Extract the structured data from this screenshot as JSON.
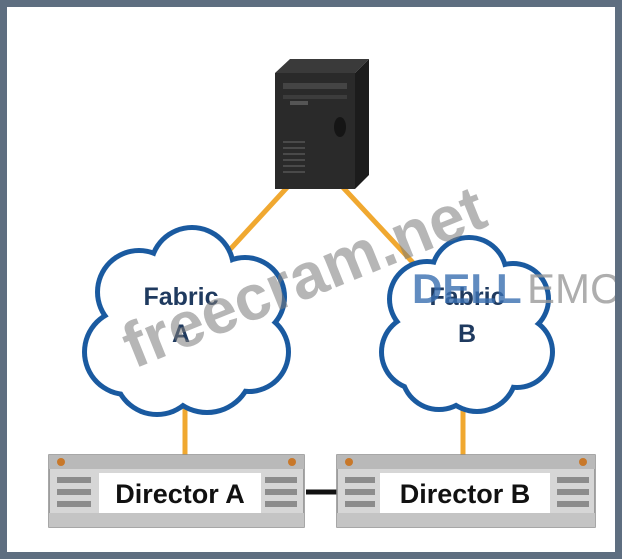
{
  "diagram": {
    "nodes": {
      "server": {
        "icon": "server-tower-icon"
      },
      "fabric_a": {
        "line1": "Fabric",
        "line2": "A"
      },
      "fabric_b": {
        "line1": "Fabric",
        "line2": "B"
      },
      "director_a": {
        "label": "Director A"
      },
      "director_b": {
        "label": "Director B"
      }
    },
    "connections": [
      {
        "from": "server",
        "to": "fabric_a"
      },
      {
        "from": "server",
        "to": "fabric_b"
      },
      {
        "from": "fabric_a",
        "to": "director_a"
      },
      {
        "from": "fabric_b",
        "to": "director_b"
      },
      {
        "from": "director_a",
        "to": "director_b"
      }
    ]
  },
  "watermark": {
    "text": "freecram.net"
  },
  "logo": {
    "brand": "DELL",
    "suffix": "EMC"
  },
  "colors": {
    "link": "#f0a830",
    "cloud_stroke": "#1a5aa0",
    "director_link": "#111111",
    "logo_blue": "#3a6fb0",
    "logo_gray": "#9a9a9a",
    "frame_border": "#5e6e80"
  }
}
